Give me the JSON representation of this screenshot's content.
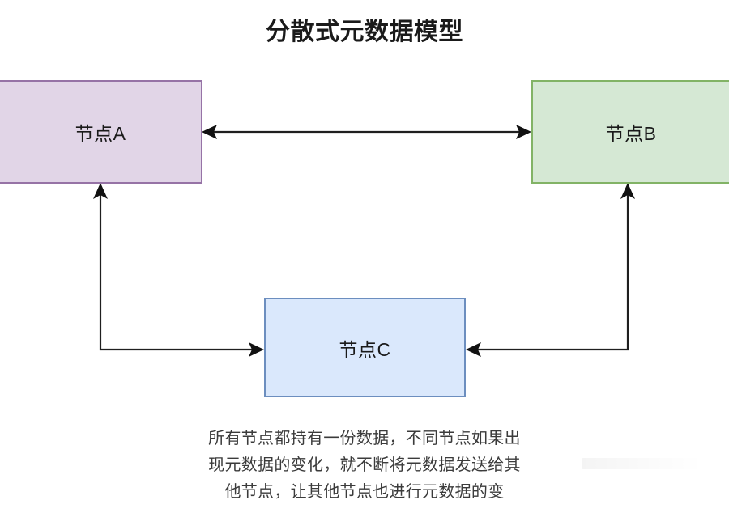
{
  "diagram": {
    "title": "分散式元数据模型",
    "type": "node-graph",
    "background_color": "#FFFFFF",
    "nodes": [
      {
        "id": "node-a",
        "label": "节点A",
        "fill_color": "#E1D5E7",
        "border_color": "#9673A6",
        "shape": "rectangle"
      },
      {
        "id": "node-b",
        "label": "节点B",
        "fill_color": "#D5E8D4",
        "border_color": "#82B366",
        "shape": "rectangle"
      },
      {
        "id": "node-c",
        "label": "节点C",
        "fill_color": "#DAE8FC",
        "border_color": "#6C8EBF",
        "shape": "rectangle"
      }
    ],
    "edges": [
      {
        "id": "edge-a-b",
        "from": "node-a",
        "to": "node-b",
        "direction": "bidirectional",
        "style": "straight",
        "color": "#1F1F1F"
      },
      {
        "id": "edge-a-c",
        "from": "node-c",
        "to": "node-a",
        "direction": "bidirectional",
        "style": "elbow",
        "color": "#1F1F1F"
      },
      {
        "id": "edge-b-c",
        "from": "node-b",
        "to": "node-c",
        "direction": "bidirectional",
        "style": "elbow",
        "color": "#1F1F1F"
      }
    ],
    "caption": {
      "lines": [
        "所有节点都持有一份数据，不同节点如果出",
        "现元数据的变化，就不断将元数据发送给其",
        "他节点，让其他节点也进行元数据的变"
      ]
    }
  }
}
